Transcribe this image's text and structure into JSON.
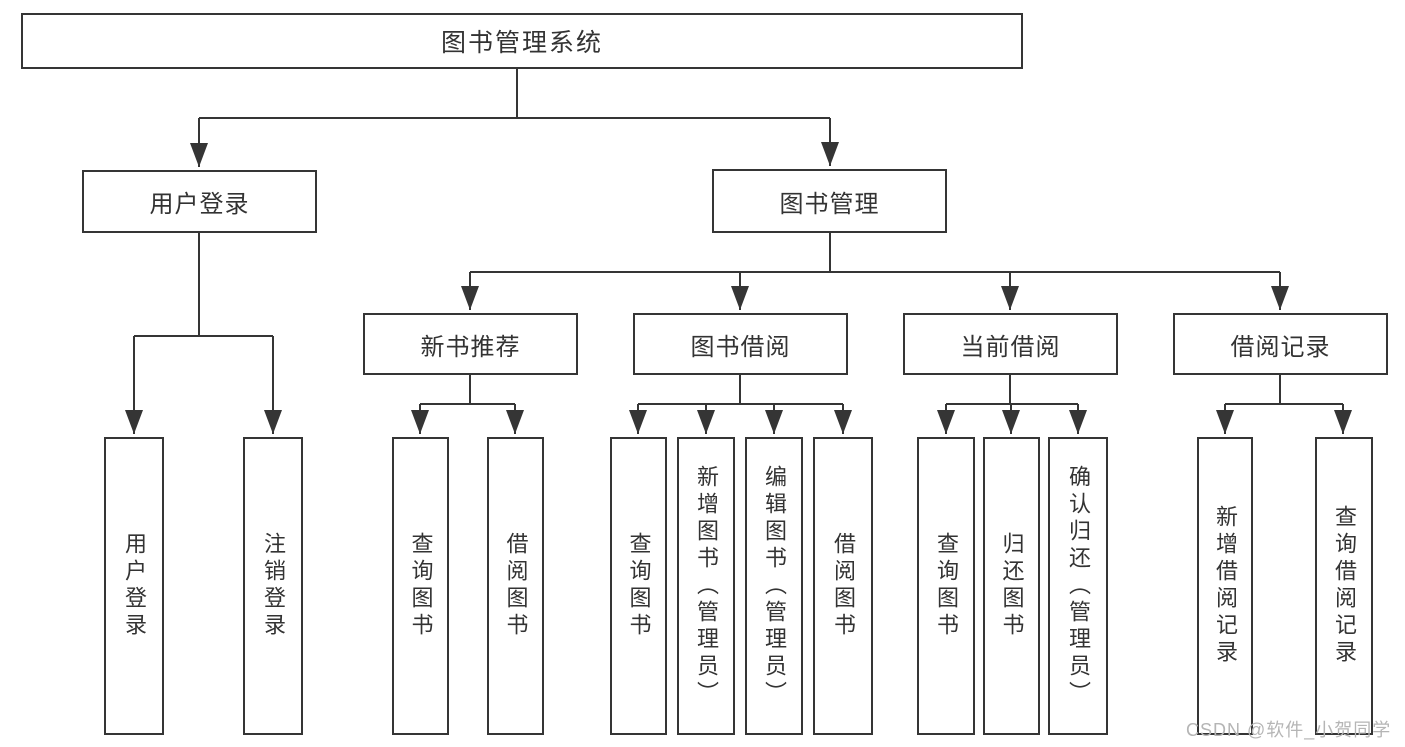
{
  "page": {
    "background": "#ffffff"
  },
  "colors": {
    "line": "#353535",
    "box_border": "#353535",
    "box_fill": "#ffffff",
    "text": "#333333",
    "watermark_text": "#b5b5b5"
  },
  "diagram": {
    "root": {
      "label": "图书管理系统"
    },
    "branches": [
      {
        "label": "用户登录"
      },
      {
        "label": "图书管理"
      }
    ],
    "modules": [
      {
        "label": "新书推荐"
      },
      {
        "label": "图书借阅"
      },
      {
        "label": "当前借阅"
      },
      {
        "label": "借阅记录"
      }
    ],
    "leaves": [
      {
        "label": "用户登录"
      },
      {
        "label": "注销登录"
      },
      {
        "label": "查询图书"
      },
      {
        "label": "借阅图书"
      },
      {
        "label": "查询图书"
      },
      {
        "label": "新增图书（管理员）"
      },
      {
        "label": "编辑图书（管理员）"
      },
      {
        "label": "借阅图书"
      },
      {
        "label": "查询图书"
      },
      {
        "label": "归还图书"
      },
      {
        "label": "确认归还（管理员）"
      },
      {
        "label": "新增借阅记录"
      },
      {
        "label": "查询借阅记录"
      }
    ]
  },
  "watermark": {
    "label": "CSDN @软件_小贺同学"
  }
}
